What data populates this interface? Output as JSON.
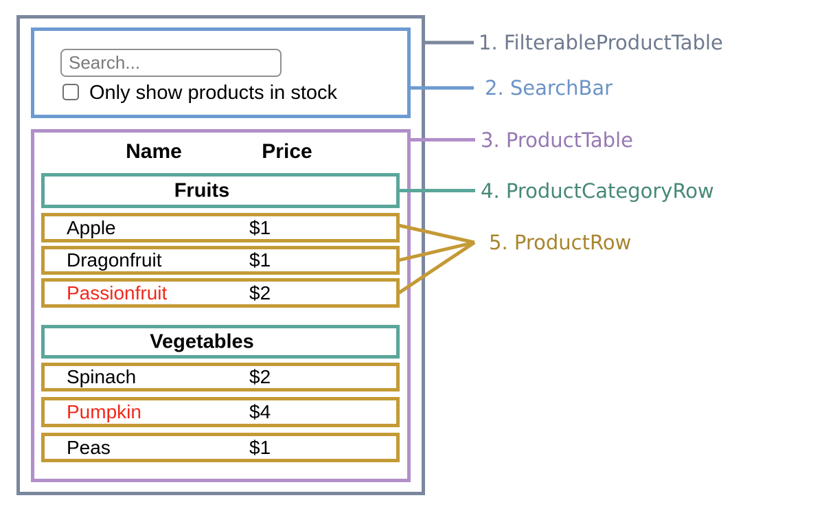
{
  "search_bar": {
    "placeholder": "Search...",
    "checkbox_label": "Only show products in stock",
    "checkbox_checked": false
  },
  "table": {
    "headers": [
      "Name",
      "Price"
    ],
    "sections": [
      {
        "category": "Fruits",
        "rows": [
          {
            "name": "Apple",
            "price": "$1",
            "in_stock": true
          },
          {
            "name": "Dragonfruit",
            "price": "$1",
            "in_stock": true
          },
          {
            "name": "Passionfruit",
            "price": "$2",
            "in_stock": false
          }
        ]
      },
      {
        "category": "Vegetables",
        "rows": [
          {
            "name": "Spinach",
            "price": "$2",
            "in_stock": true
          },
          {
            "name": "Pumpkin",
            "price": "$4",
            "in_stock": false
          },
          {
            "name": "Peas",
            "price": "$1",
            "in_stock": true
          }
        ]
      }
    ]
  },
  "legend": [
    {
      "label": "1. FilterableProductTable",
      "color": "#6e7a8e"
    },
    {
      "label": "2. SearchBar",
      "color": "#6b93c6"
    },
    {
      "label": "3. ProductTable",
      "color": "#9678b4"
    },
    {
      "label": "4. ProductCategoryRow",
      "color": "#478878"
    },
    {
      "label": "5. ProductRow",
      "color": "#a8852e"
    }
  ],
  "colors": {
    "filterable_product_table": "#7b879d",
    "search_bar": "#6d9bd1",
    "product_table": "#b18fc9",
    "product_category_row": "#5aa69a",
    "product_row": "#c49a36",
    "out_of_stock": "#f2281a"
  }
}
